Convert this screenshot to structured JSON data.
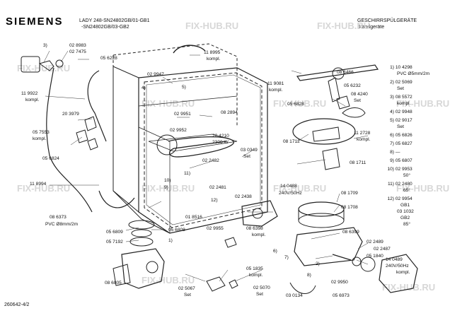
{
  "header": {
    "brand": "SIEMENS",
    "model_line1": "LADY 248-SN24802GB/01-GB1",
    "model_line2": "-SN24802GB/03-GB2",
    "category_line1": "GESCHIRRSPÜLGERÄTE",
    "category_line2": "Standgeräte"
  },
  "footer": {
    "drawing_number": "260642-4/2"
  },
  "watermark": "FIX-HUB.RU",
  "parts_list": [
    {
      "idx": "1)",
      "lines": [
        "10 4298",
        "PVC Ø5mm/2m"
      ]
    },
    {
      "idx": "2)",
      "lines": [
        "02 5069",
        "Set"
      ]
    },
    {
      "idx": "3)",
      "lines": [
        "08 5572",
        "kompl."
      ]
    },
    {
      "idx": "4)",
      "lines": [
        "02 9948"
      ]
    },
    {
      "idx": "5)",
      "lines": [
        "02 9017",
        "Set"
      ]
    },
    {
      "idx": "6)",
      "lines": [
        "05 6826"
      ]
    },
    {
      "idx": "7)",
      "lines": [
        "05 6827"
      ]
    },
    {
      "idx": "8)",
      "lines": [
        "—"
      ]
    },
    {
      "idx": "9)",
      "lines": [
        "05 6807"
      ]
    },
    {
      "idx": "10)",
      "lines": [
        "02 9953",
        "50°"
      ]
    },
    {
      "idx": "11)",
      "lines": [
        "02 2480",
        "65°"
      ]
    },
    {
      "idx": "12)",
      "lines": [
        "02 9954",
        "GB1",
        "03 1032",
        "GB2",
        "85°"
      ]
    }
  ],
  "labels": {
    "l1": "3)",
    "l2": "02 8983",
    "l3": "02 7475",
    "l4": "05 6228",
    "l5": "11 8995",
    "l6": "kompl.",
    "l7": "02 9947",
    "l8": "4)",
    "l9": "5)",
    "l10": "11 9922",
    "l11": "kompl.",
    "l12": "20 3979",
    "l13": "02 9951",
    "l14": "02 9952",
    "l15": "08 2894",
    "l16": "05 7553",
    "l17": "kompl.",
    "l18": "20 4210",
    "l19": "2300 W",
    "l20": "05 6824",
    "l21": "03 0349",
    "l22": "Set",
    "l23": "02 2482",
    "l24": "11)",
    "l25": "10)",
    "l26": "9)",
    "l27": "11 8994",
    "l28": "02 2481",
    "l29": "12)",
    "l30": "02 2438",
    "l31": "01 8516",
    "l32": "08 6373",
    "l33": "PVC Ø8mm/2m",
    "l34": "05 6809",
    "l35": "05 7192",
    "l36": "05 6808",
    "l37": "02 9955",
    "l38": "1)",
    "l39": "08 6805",
    "l40": "02 5067",
    "l41": "Set",
    "l42": "05 1835",
    "l43": "kompl.",
    "l44": "02 5070",
    "l45": "Set",
    "l46": "11 9081",
    "l47": "kompl.",
    "l48": "08 6466",
    "l49": "05 6232",
    "l50": "08 4240",
    "l51": "Set",
    "l52": "05 6828",
    "l53": "11 2728",
    "l54": "kompl.",
    "l55": "08 1712",
    "l56": "08 1711",
    "l57": "14 0488",
    "l58": "240V/50Hz",
    "l59": "08 1709",
    "l60": "08 1708",
    "l61": "08 6398",
    "l62": "kompl.",
    "l63": "6)",
    "l64": "7)",
    "l65": "08 6399",
    "l66": "02 2489",
    "l67": "02 2487",
    "l68": "05 1840",
    "l69": "2)",
    "l70": "8)",
    "l71": "02 9950",
    "l72": "03 0134",
    "l73": "05 6973",
    "l74": "14 0489",
    "l75": "240V/50Hz",
    "l76": "kompl."
  }
}
